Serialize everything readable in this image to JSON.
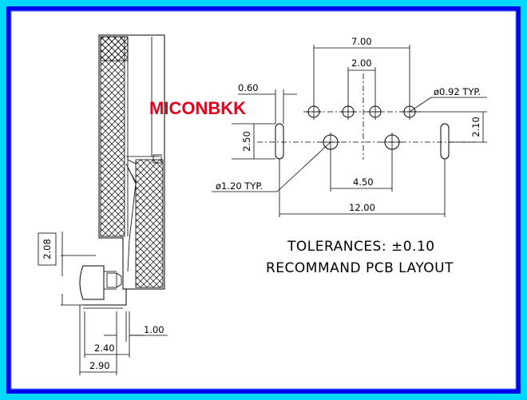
{
  "watermark": "MICONBKK",
  "colors": {
    "frame_outer": "#00d8ff",
    "frame_inner": "#0000ee",
    "brand": "#e2001a"
  },
  "side_view": {
    "dimensions": {
      "height": "2.08",
      "pin_offset": "1.00",
      "body_depth": "2.40",
      "total_depth": "2.90"
    }
  },
  "pcb_layout": {
    "dimensions": {
      "outer_pitch": "7.00",
      "inner_pitch": "2.00",
      "slot_width": "0.60",
      "slot_length": "2.50",
      "row_offset": "2.10",
      "large_pitch": "4.50",
      "slot_span": "12.00"
    },
    "hole_labels": {
      "small": "ø0.92 TYP.",
      "large": "ø1.20 TYP."
    }
  },
  "notes": {
    "tolerances": "TOLERANCES: ±0.10",
    "recommend": "RECOMMAND PCB LAYOUT"
  }
}
